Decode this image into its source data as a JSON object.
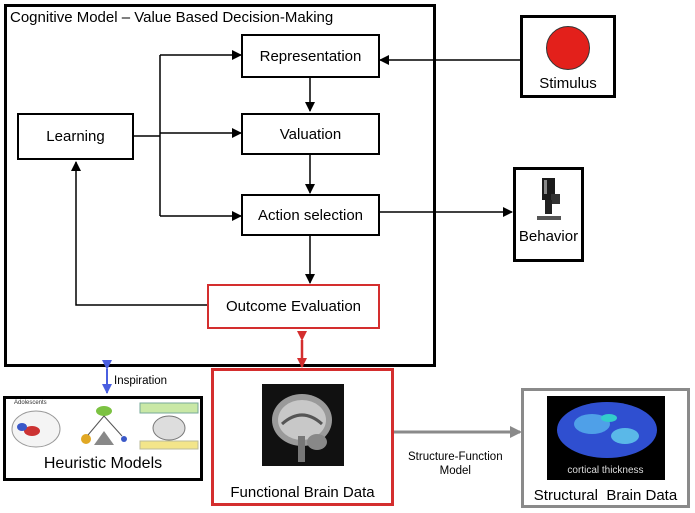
{
  "model": {
    "title": "Cognitive Model – Value Based Decision-Making",
    "boxes": {
      "representation": "Representation",
      "valuation": "Valuation",
      "action_selection": "Action selection",
      "learning": "Learning",
      "outcome_evaluation": "Outcome Evaluation"
    }
  },
  "stimulus": {
    "label": "Stimulus"
  },
  "behavior": {
    "label": "Behavior"
  },
  "inspiration": {
    "label": "Inspiration"
  },
  "heuristic": {
    "label": "Heuristic Models",
    "thumb_text": "Adolescents"
  },
  "functional": {
    "label": "Functional Brain Data"
  },
  "structure_function": {
    "line1": "Structure-Function",
    "line2": "Model"
  },
  "structural": {
    "label": "Structural  Brain Data",
    "image_text": "cortical thickness"
  },
  "colors": {
    "outcome_border": "#d42e2e",
    "functional_border": "#d42e2e",
    "inspiration_arrow": "#4a5fe0",
    "structure_arrow": "#8a8a8a",
    "structural_border": "#8a8a8a",
    "stimulus_circle": "#e3201b"
  }
}
